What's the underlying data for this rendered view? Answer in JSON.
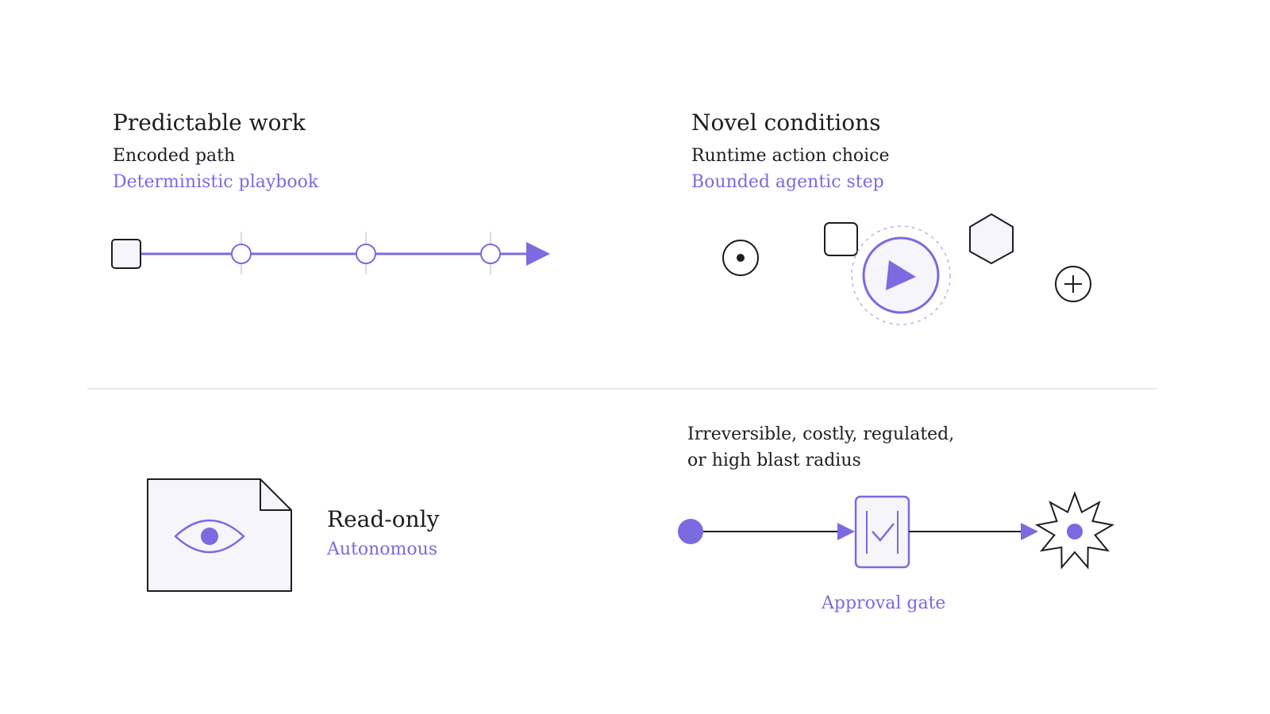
{
  "colors": {
    "accent": "#7b6ae0",
    "ink": "#1d1d22",
    "fill": "#f5f5fb",
    "divider": "#e2e2e6",
    "tick": "#cfcfd6"
  },
  "quadrants": {
    "predictable": {
      "title": "Predictable work",
      "subtitle": "Encoded path",
      "tag": "Deterministic playbook"
    },
    "novel": {
      "title": "Novel conditions",
      "subtitle": "Runtime action choice",
      "tag": "Bounded agentic step"
    },
    "readonly": {
      "title": "Read-only",
      "tag": "Autonomous"
    },
    "gated": {
      "line1": "Irreversible, costly, regulated,",
      "line2": "or high blast radius",
      "tag": "Approval gate"
    }
  },
  "icons": {
    "playbook": [
      "start-square-icon",
      "step-circle-icon",
      "arrow-head-icon"
    ],
    "agentic": [
      "radio-dot-icon",
      "square-icon",
      "play-circle-icon",
      "hexagon-icon",
      "plus-circle-icon"
    ],
    "readonly": [
      "document-icon",
      "eye-icon"
    ],
    "gate": [
      "start-dot-icon",
      "approval-gate-icon",
      "check-icon",
      "burst-star-icon"
    ]
  }
}
